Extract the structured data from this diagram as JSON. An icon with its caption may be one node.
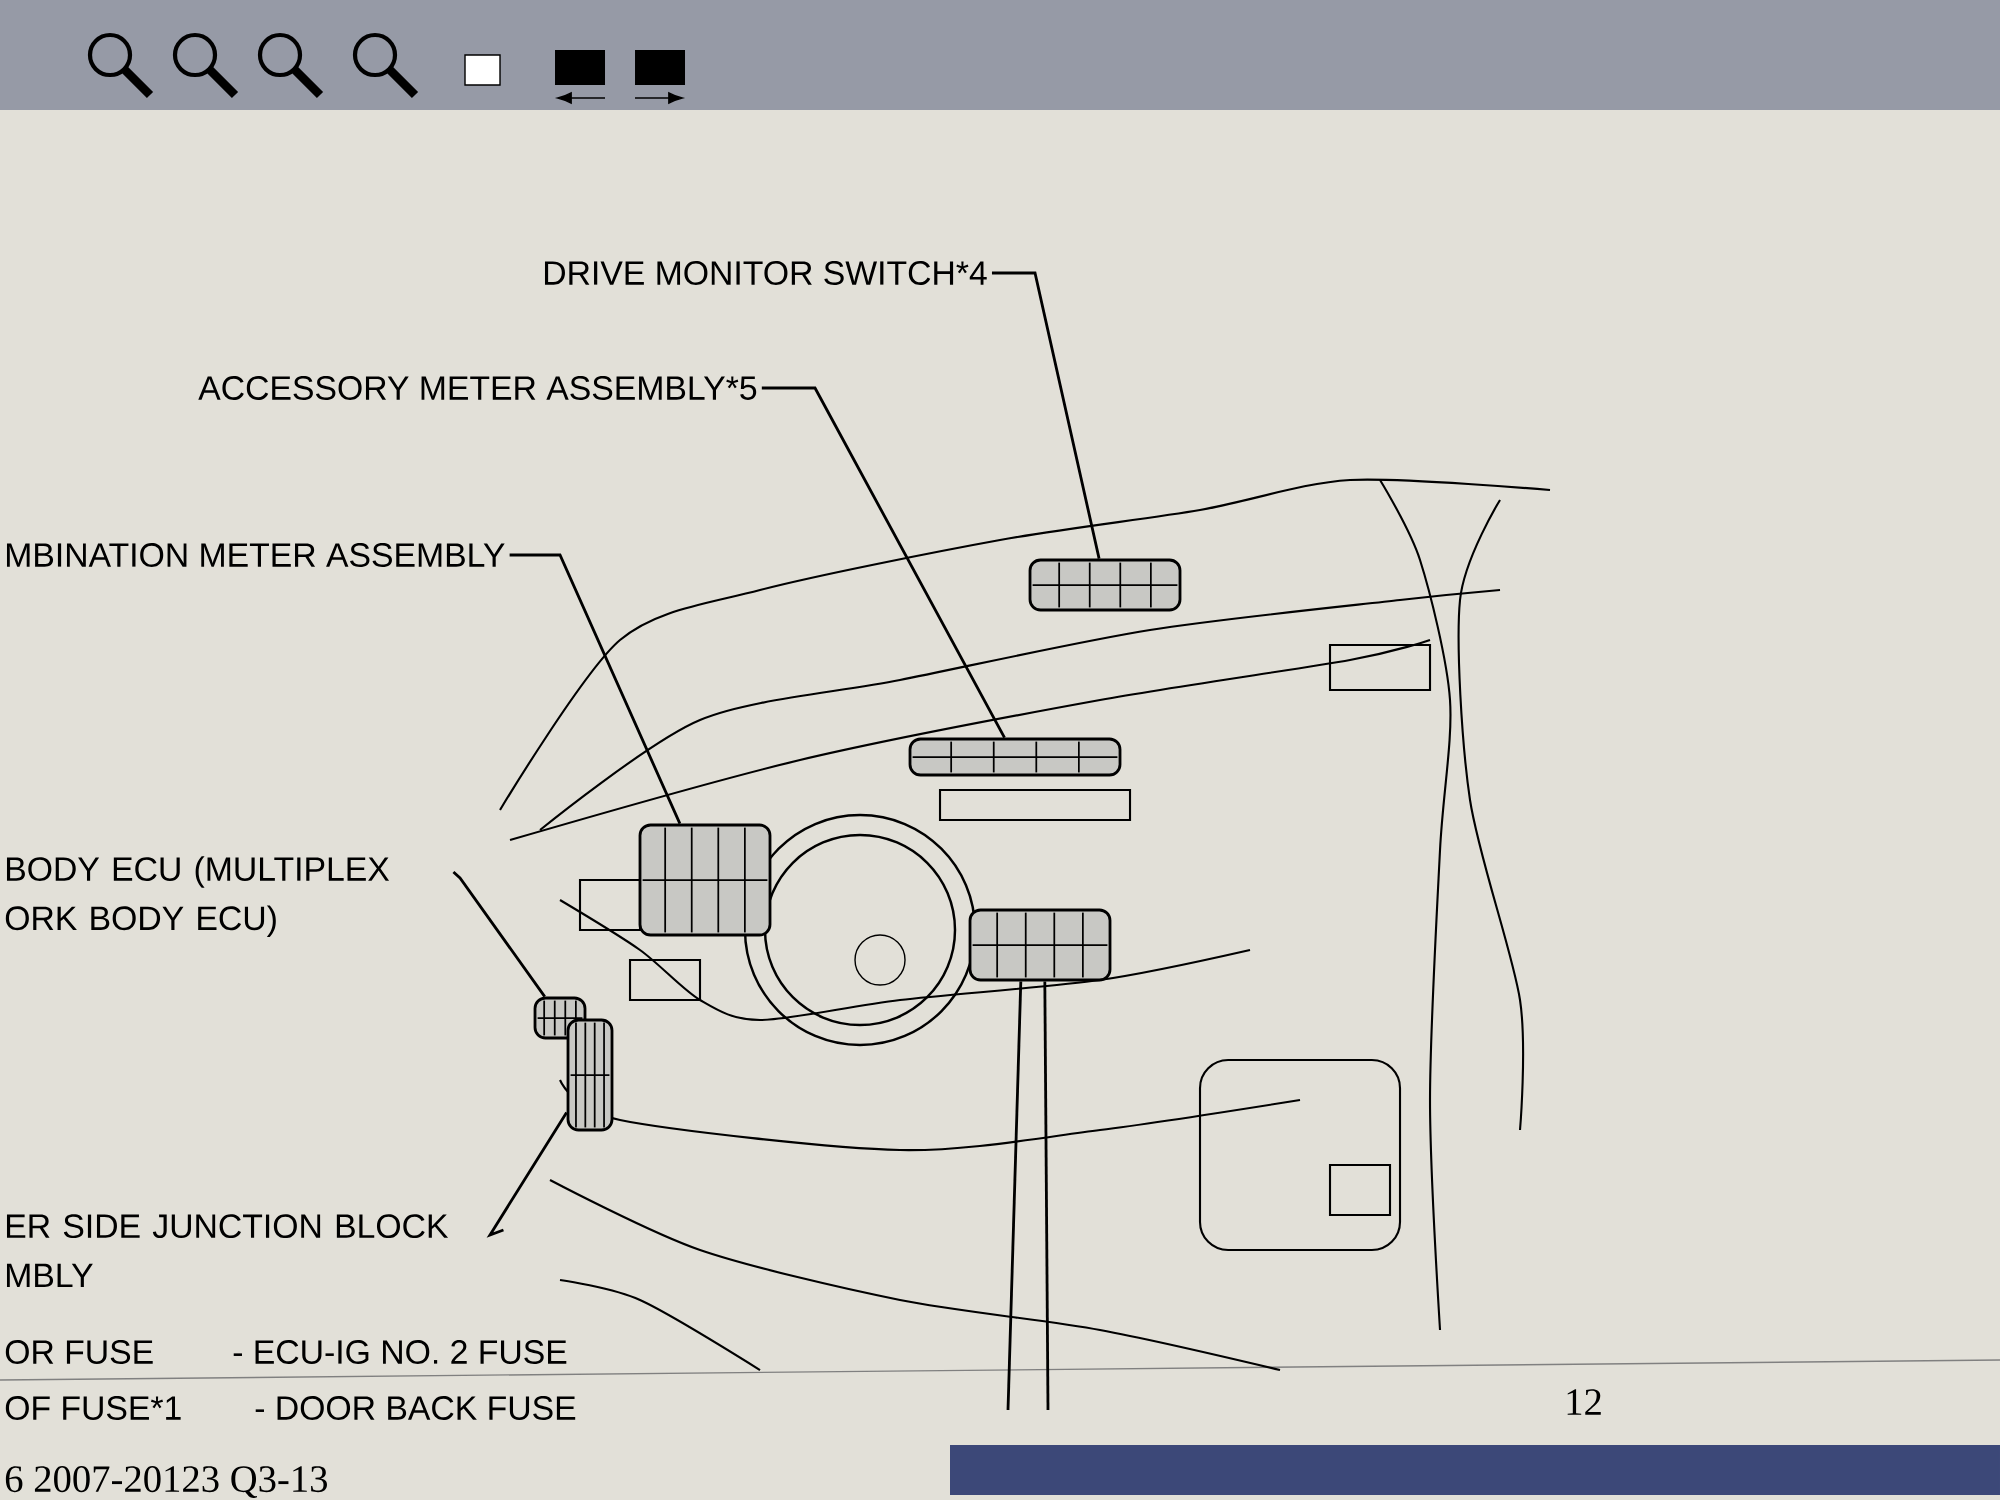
{
  "diagram": {
    "nodes": [
      {
        "text": [
          "DRIVE MONITOR SWITCH*4"
        ]
      },
      {
        "text": [
          "ACCESSORY METER ASSEMBLY*5"
        ]
      },
      {
        "text": [
          "MBINATION METER ASSEMBLY"
        ]
      },
      {
        "text": [
          "BODY ECU (MULTIPLEX ORK BODY ECU)"
        ]
      },
      {
        "text": [
          "ER SIDE JUNCTION BLOCK MBLY"
        ]
      },
      {
        "text": [],
        "shape": "picture"
      },
      {
        "text": [],
        "shape": "picture"
      },
      {
        "text": [],
        "shape": "picture"
      },
      {
        "text": [],
        "shape": "picture"
      },
      {
        "text": [],
        "shape": "picture"
      },
      {
        "text": [],
        "shape": "picture"
      }
    ],
    "edges": [
      {
        "from": 0,
        "to": 5,
        "arrow": "none"
      },
      {
        "from": 1,
        "to": 6,
        "arrow": "none"
      },
      {
        "from": 2,
        "to": 7,
        "arrow": "none"
      },
      {
        "from": 3,
        "to": 8,
        "arrow": "none"
      },
      {
        "from": 4,
        "to": 9,
        "arrow": "none"
      },
      {
        "from": null,
        "to": 10,
        "arrow": "none"
      },
      {
        "from": null,
        "to": 10,
        "arrow": "none"
      }
    ],
    "labels": [
      "OR FUSE",
      "- ECU-IG NO. 2 FUSE",
      "OF FUSE*1",
      "- DOOR BACK FUSE",
      "12",
      "6 2007-20123 Q3-13"
    ]
  }
}
